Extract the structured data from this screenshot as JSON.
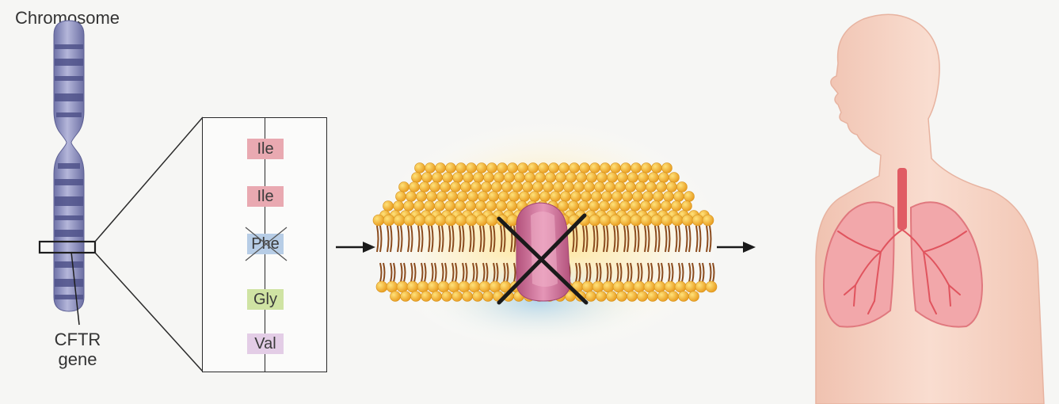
{
  "chromosome": {
    "title_line1": "Chromosome",
    "title_line2": "#7",
    "gene_line1": "CFTR",
    "gene_line2": "gene"
  },
  "sequence": {
    "amino_acids": [
      {
        "code": "Ile",
        "color": "#e9a9b1",
        "crossed": false
      },
      {
        "code": "Ile",
        "color": "#e9a9b1",
        "crossed": false
      },
      {
        "code": "Phe",
        "color": "#b7cde6",
        "crossed": true
      },
      {
        "code": "Gly",
        "color": "#cfe3a3",
        "crossed": false
      },
      {
        "code": "Val",
        "color": "#e3cde6",
        "crossed": false
      }
    ]
  },
  "colors": {
    "chromosome": "#8e90be",
    "chromosome_band": "#55588f",
    "lipid_head": "#f3bb3c",
    "lipid_tail": "#8a4a1c",
    "protein": "#d27aa0",
    "skin": "#f6d0c0",
    "lung": "#ef9aa0",
    "trachea": "#e05c64",
    "arrow": "#1a1a1a"
  }
}
